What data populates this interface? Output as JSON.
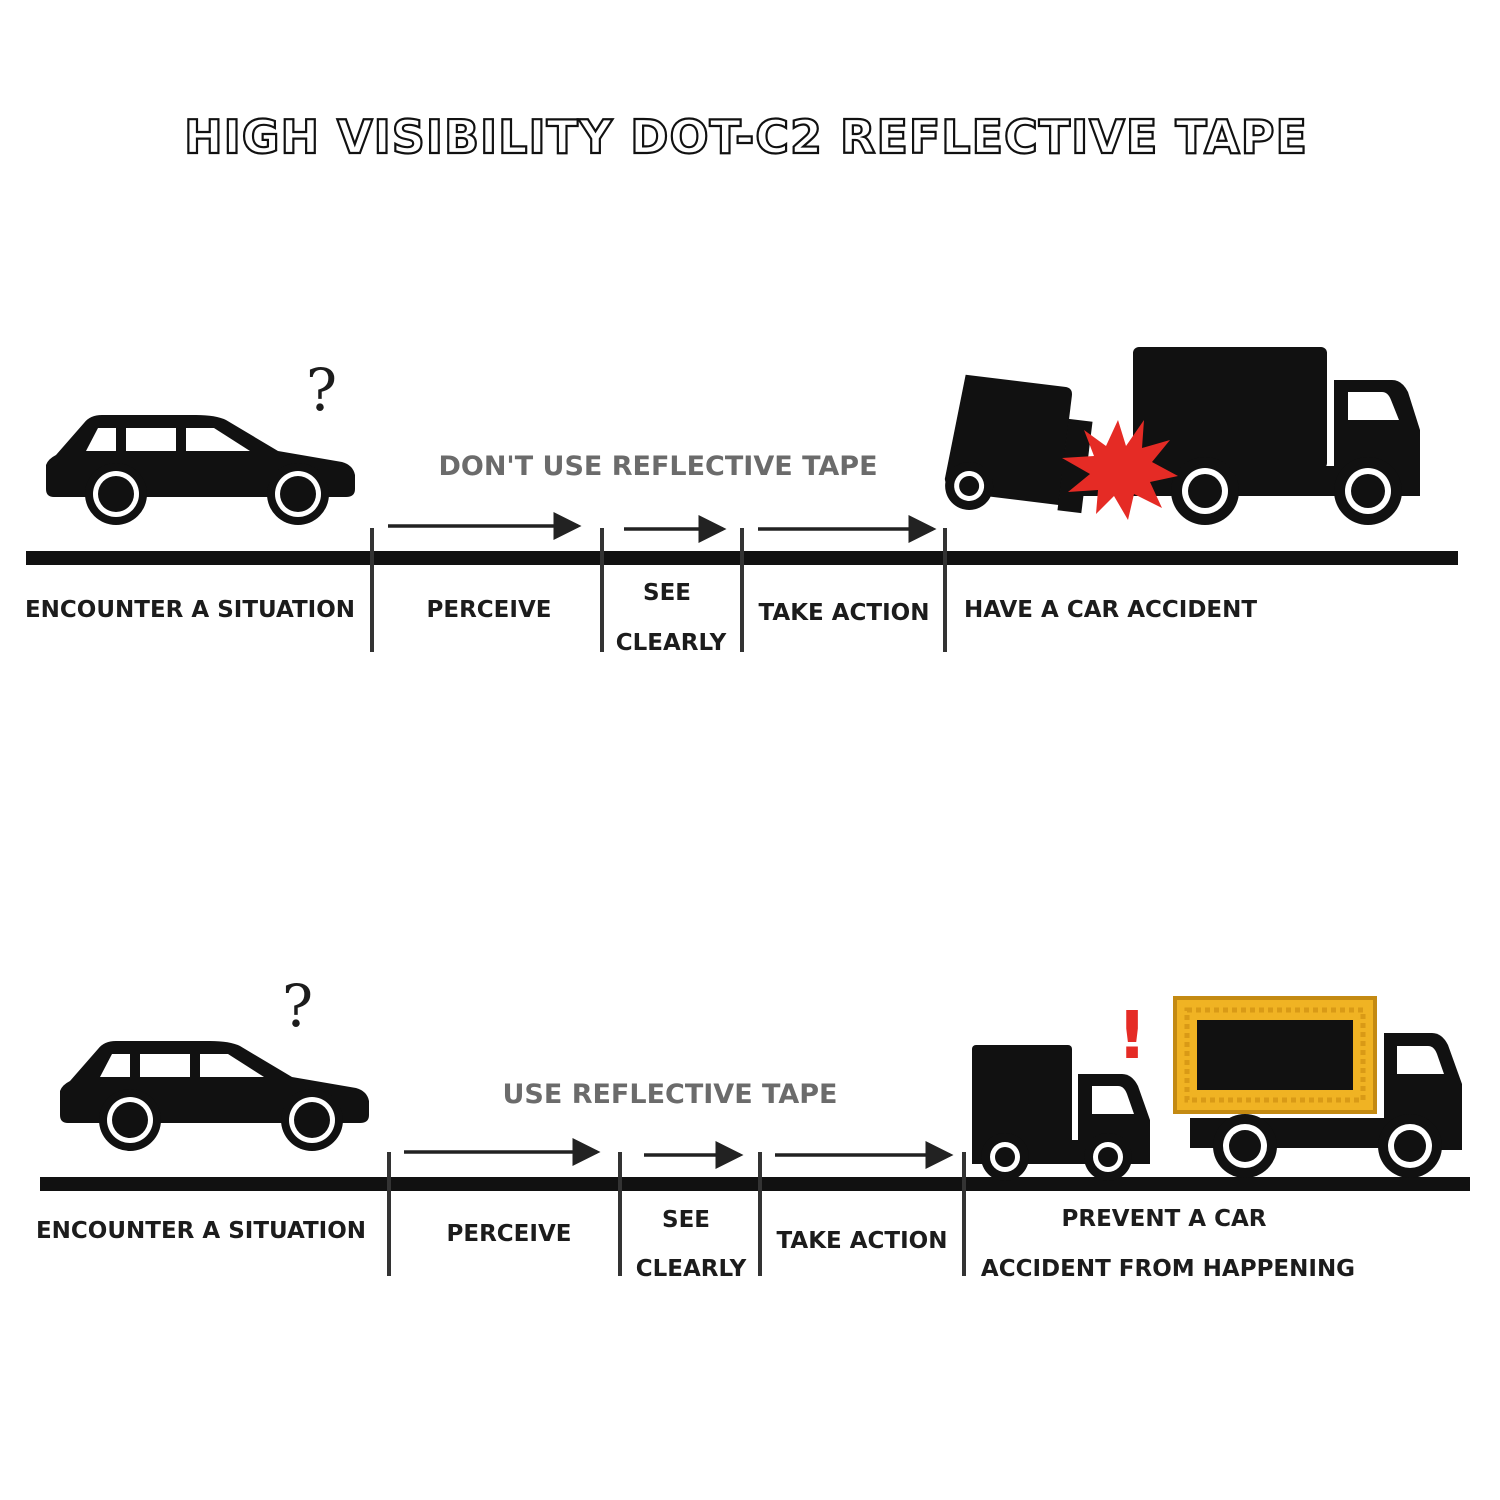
{
  "title": "HIGH VISIBILITY DOT-C2 REFLECTIVE TAPE",
  "colors": {
    "silhouette": "#111111",
    "caption_gray": "#6b6b6b",
    "burst_red": "#e52b25",
    "tape_yellow": "#f0b323",
    "tape_border": "#c48a12"
  },
  "scenarios": [
    {
      "caption": "DON'T USE REFLECTIVE TAPE",
      "question_mark": "?",
      "steps": {
        "encounter": [
          "ENCOUNTER A SITUATION"
        ],
        "perceive": [
          "PERCEIVE"
        ],
        "see": [
          "SEE",
          "CLEARLY"
        ],
        "action": [
          "TAKE ACTION"
        ],
        "outcome": [
          "HAVE A CAR ACCIDENT"
        ]
      },
      "icons": [
        "car-icon",
        "question-mark-icon",
        "collision-burst-icon",
        "truck-icon"
      ]
    },
    {
      "caption": "USE REFLECTIVE TAPE",
      "question_mark": "?",
      "exclamation_mark": "!",
      "steps": {
        "encounter": [
          "ENCOUNTER A SITUATION"
        ],
        "perceive": [
          "PERCEIVE"
        ],
        "see": [
          "SEE",
          "CLEARLY"
        ],
        "action": [
          "TAKE ACTION"
        ],
        "outcome": [
          "PREVENT A CAR",
          "ACCIDENT FROM HAPPENING"
        ]
      },
      "icons": [
        "car-icon",
        "question-mark-icon",
        "exclamation-icon",
        "truck-icon",
        "reflective-tape-icon"
      ]
    }
  ]
}
